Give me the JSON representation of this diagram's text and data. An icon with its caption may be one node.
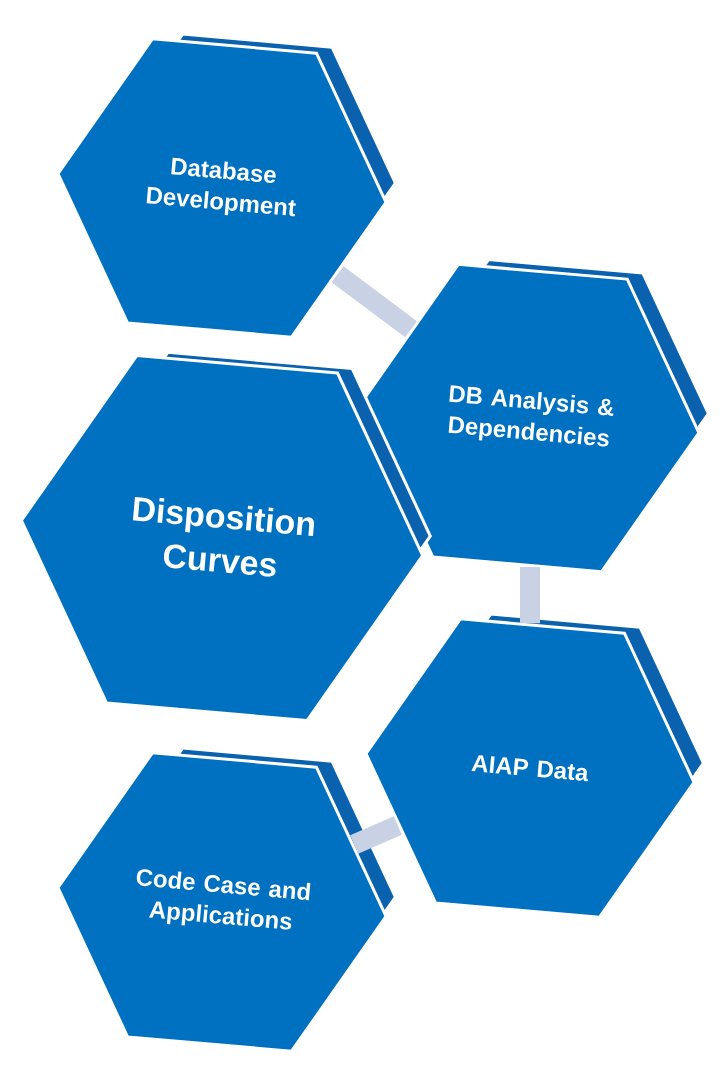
{
  "diagram": {
    "nodes": [
      {
        "text": [
          "Database Development"
        ]
      },
      {
        "text": [
          "DB Analysis & Dependencies"
        ]
      },
      {
        "text": [
          "Disposition Curves"
        ]
      },
      {
        "text": [
          "AIAP Data"
        ]
      },
      {
        "text": [
          "Code Case and Applications"
        ]
      }
    ],
    "edges": [
      {
        "from": 0,
        "to": 1,
        "arrow": "none"
      },
      {
        "from": 1,
        "to": 3,
        "arrow": "none"
      },
      {
        "from": 3,
        "to": 4,
        "arrow": "none"
      }
    ]
  }
}
